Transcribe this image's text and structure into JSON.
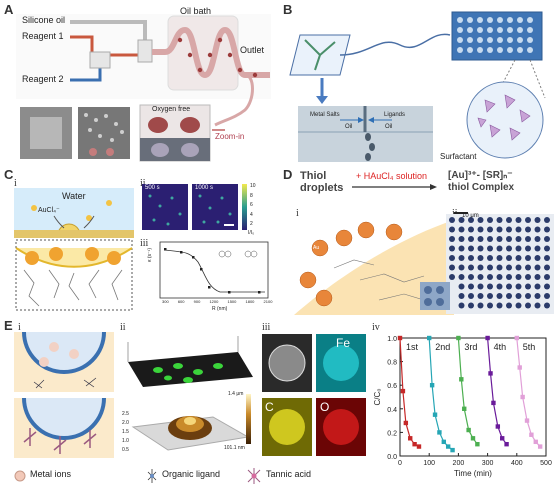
{
  "panelA": {
    "letter": "A",
    "silicone_oil": "Silicone oil",
    "reagent1": "Reagent 1",
    "reagent2": "Reagent 2",
    "oil_bath": "Oil bath",
    "outlet": "Outlet",
    "oxygen_free": "Oxygen free",
    "zoom_in": "Zoom-in"
  },
  "panelB": {
    "letter": "B",
    "metal_salts": "Metal Salts",
    "ligands": "Ligands",
    "oil_left": "Oil",
    "oil_right": "Oil",
    "surfactant": "Surfactant"
  },
  "panelC": {
    "letter": "C",
    "sub_i": "i",
    "sub_ii": "ii",
    "sub_iii": "iii",
    "water": "Water",
    "aucl4": "AuCl₄⁻",
    "t500": "500 s",
    "t1000": "1000 s",
    "colorbar_ticks": [
      "10",
      "8",
      "6",
      "4",
      "2"
    ],
    "colorbar_label": "I/I₀",
    "ylabel": "κ (s⁻¹)",
    "xlabel": "R (nm)",
    "xticks": [
      "300",
      "600",
      "900",
      "1200",
      "1500",
      "1800",
      "2100"
    ]
  },
  "panelD": {
    "letter": "D",
    "sub_i": "i",
    "sub_ii": "ii",
    "thiol_line1": "Thiol",
    "thiol_line2": "droplets",
    "reagent": "+ HAuCl₄ solution",
    "product_line1": "[Au]³⁺- [SR]ₙ⁻",
    "product_line2": "thiol Complex",
    "scale": "10 μm",
    "au_label": "Au"
  },
  "panelE": {
    "letter": "E",
    "sub_i": "i",
    "sub_ii": "ii",
    "sub_iii": "iii",
    "sub_iv": "iv",
    "fe": "Fe",
    "c": "C",
    "o": "O",
    "colorbar_top": "1.4 μm",
    "colorbar_bottom": "101.1 nm",
    "axis_ticks_3d": [
      "2.5",
      "2.0",
      "1.5",
      "1.0",
      "0.5"
    ],
    "legend_metal": "Metal ions",
    "legend_ligand": "Organic ligand",
    "legend_tannic": "Tannic acid"
  },
  "chart_data": {
    "type": "line",
    "xlabel": "Time (min)",
    "ylabel": "C/C₀",
    "xlim": [
      0,
      500
    ],
    "ylim": [
      0,
      1.0
    ],
    "xticks": [
      "0",
      "100",
      "200",
      "300",
      "400",
      "500"
    ],
    "yticks": [
      "0.0",
      "0.2",
      "0.4",
      "0.6",
      "0.8",
      "1.0"
    ],
    "series": [
      {
        "name": "1st",
        "color": "#c62828",
        "x": [
          0,
          10,
          20,
          35,
          50,
          65
        ],
        "y": [
          1.0,
          0.55,
          0.28,
          0.15,
          0.1,
          0.08
        ]
      },
      {
        "name": "2nd",
        "color": "#26a6b5",
        "x": [
          100,
          110,
          120,
          135,
          150,
          165,
          180
        ],
        "y": [
          1.0,
          0.6,
          0.35,
          0.2,
          0.12,
          0.08,
          0.05
        ]
      },
      {
        "name": "3rd",
        "color": "#4caf50",
        "x": [
          200,
          210,
          220,
          235,
          250,
          265
        ],
        "y": [
          1.0,
          0.65,
          0.4,
          0.22,
          0.15,
          0.1
        ]
      },
      {
        "name": "4th",
        "color": "#6a1b9a",
        "x": [
          300,
          310,
          320,
          335,
          350,
          365
        ],
        "y": [
          1.0,
          0.7,
          0.45,
          0.25,
          0.15,
          0.1
        ]
      },
      {
        "name": "5th",
        "color": "#e1a0d8",
        "x": [
          400,
          410,
          420,
          435,
          450,
          465,
          480
        ],
        "y": [
          1.0,
          0.75,
          0.5,
          0.3,
          0.18,
          0.12,
          0.08
        ]
      }
    ]
  }
}
